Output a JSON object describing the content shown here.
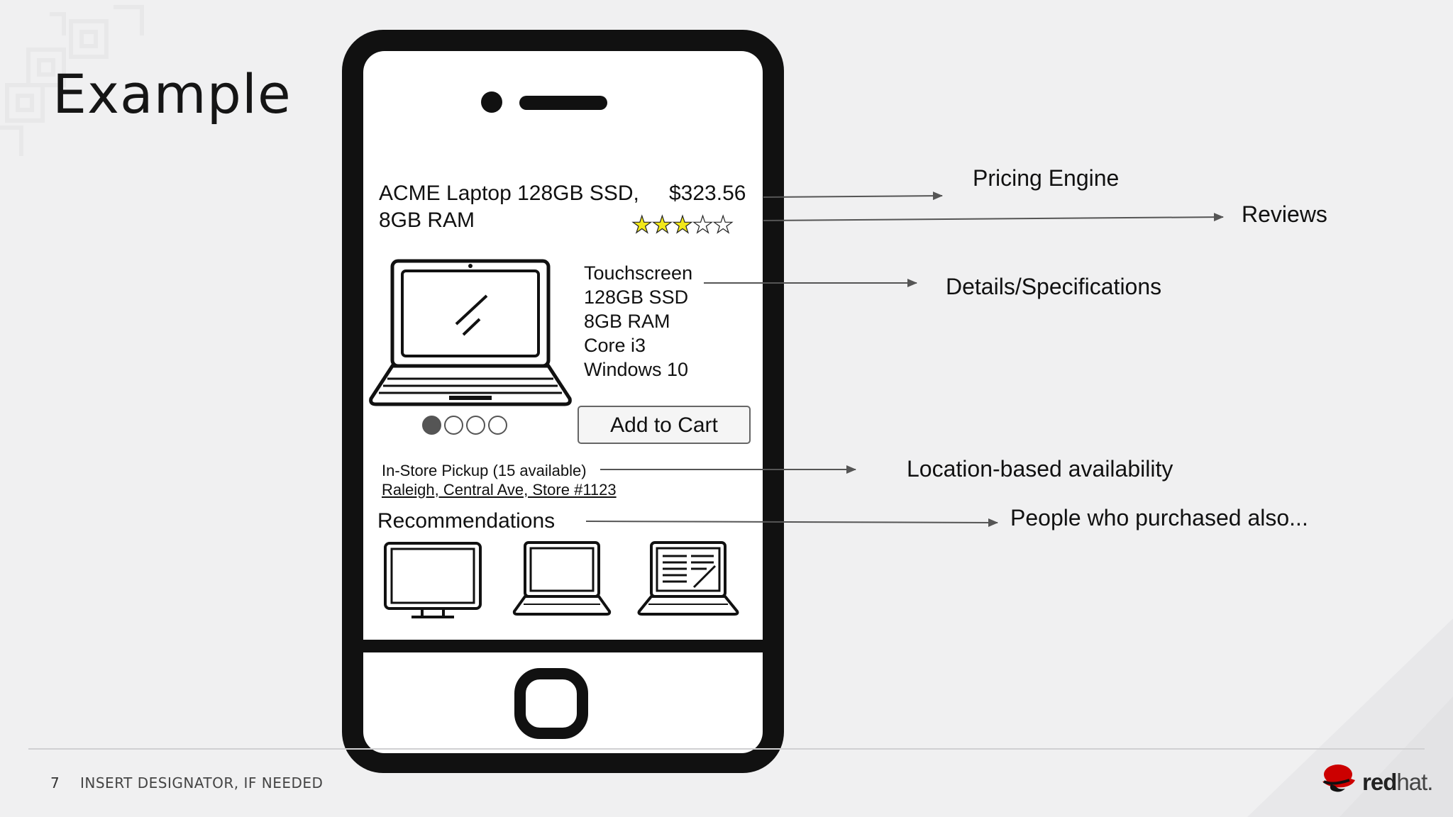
{
  "slide": {
    "title": "Example",
    "page_number": "7",
    "designator": "INSERT DESIGNATOR, IF NEEDED"
  },
  "logo": {
    "bold": "red",
    "light": "hat."
  },
  "product": {
    "name": "ACME Laptop 128GB SSD, 8GB RAM",
    "price": "$323.56",
    "rating": 3,
    "rating_max": 5,
    "specs": [
      "Touchscreen",
      "128GB SSD",
      "8GB RAM",
      "Core i3",
      "Windows 10"
    ],
    "image_count": 4,
    "image_active_index": 0,
    "add_to_cart_label": "Add to Cart",
    "pickup": "In-Store Pickup (15 available)",
    "store": "Raleigh, Central Ave, Store #1123",
    "recommendations_label": "Recommendations",
    "recommendation_icons": [
      "monitor-icon",
      "laptop-icon",
      "laptop-document-icon"
    ]
  },
  "callouts": {
    "pricing": "Pricing Engine",
    "reviews": "Reviews",
    "details": "Details/Specifications",
    "location": "Location-based availability",
    "also": "People who purchased also..."
  },
  "colors": {
    "background": "#f0f0f1",
    "star": "#f2e81a",
    "brand_red": "#cc0000"
  }
}
